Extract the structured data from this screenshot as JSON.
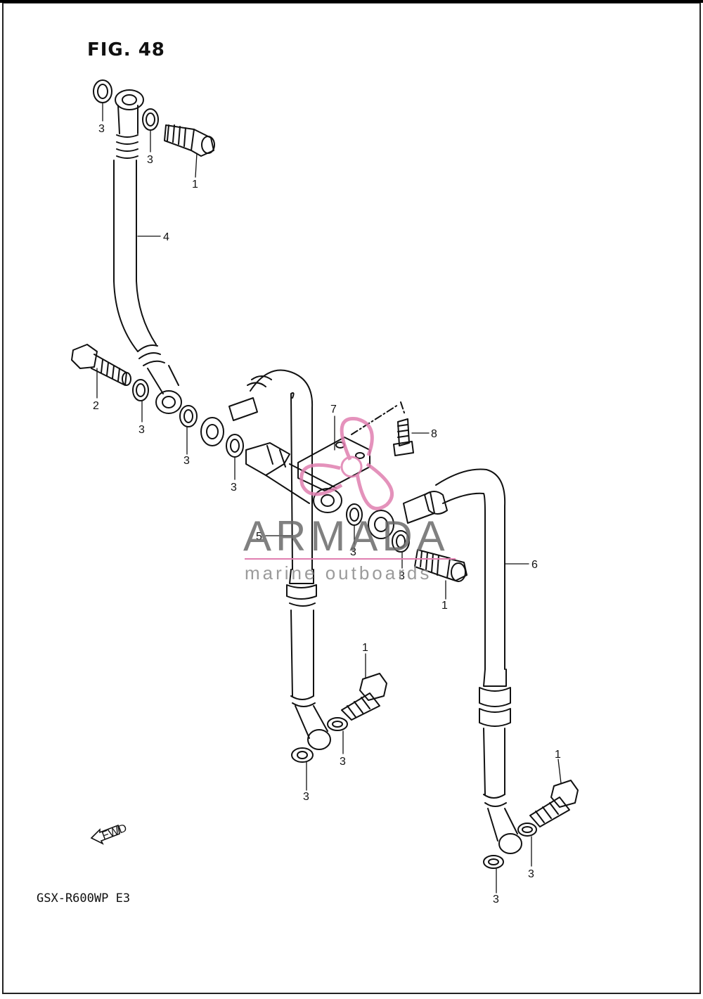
{
  "figure": {
    "title": "FIG. 48",
    "model": "GSX-R600WP E3"
  },
  "direction_label": "FWD",
  "watermark": {
    "brand": "ARMADA",
    "tagline": "marine outboards",
    "color": "#e07fb0"
  },
  "callouts": [
    {
      "id": "c1",
      "label": "3"
    },
    {
      "id": "c2",
      "label": "3"
    },
    {
      "id": "c3",
      "label": "1"
    },
    {
      "id": "c4",
      "label": "4"
    },
    {
      "id": "c5",
      "label": "2"
    },
    {
      "id": "c6",
      "label": "3"
    },
    {
      "id": "c7",
      "label": "3"
    },
    {
      "id": "c8",
      "label": "7"
    },
    {
      "id": "c9",
      "label": "8"
    },
    {
      "id": "c10",
      "label": "3"
    },
    {
      "id": "c11",
      "label": "5"
    },
    {
      "id": "c12",
      "label": "3"
    },
    {
      "id": "c13",
      "label": "3"
    },
    {
      "id": "c14",
      "label": "1"
    },
    {
      "id": "c15",
      "label": "6"
    },
    {
      "id": "c16",
      "label": "1"
    },
    {
      "id": "c17",
      "label": "3"
    },
    {
      "id": "c18",
      "label": "3"
    },
    {
      "id": "c19",
      "label": "1"
    },
    {
      "id": "c20",
      "label": "3"
    },
    {
      "id": "c21",
      "label": "3"
    }
  ]
}
